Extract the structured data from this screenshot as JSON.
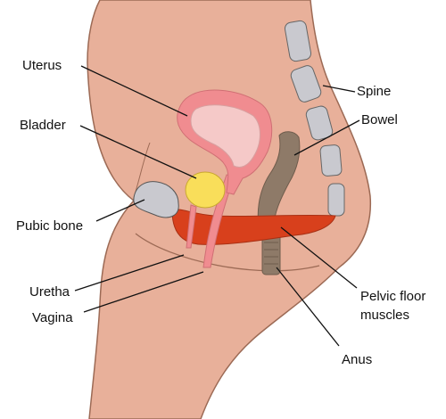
{
  "labels": {
    "uterus": "Uterus",
    "bladder": "Bladder",
    "pubic_bone": "Pubic bone",
    "uretha": "Uretha",
    "vagina": "Vagina",
    "spine": "Spine",
    "bowel": "Bowel",
    "pelvic_floor_line1": "Pelvic floor",
    "pelvic_floor_line2": "muscles",
    "anus": "Anus"
  },
  "colors": {
    "skin": "#e8b09a",
    "skin_outline": "#9c6a55",
    "uterus_wall": "#f08c90",
    "uterus_inner": "#f5c9c8",
    "bladder": "#f9de5a",
    "bone": "#c9c9cf",
    "bowel": "#8e7a68",
    "pelvic_floor": "#d8401c"
  }
}
